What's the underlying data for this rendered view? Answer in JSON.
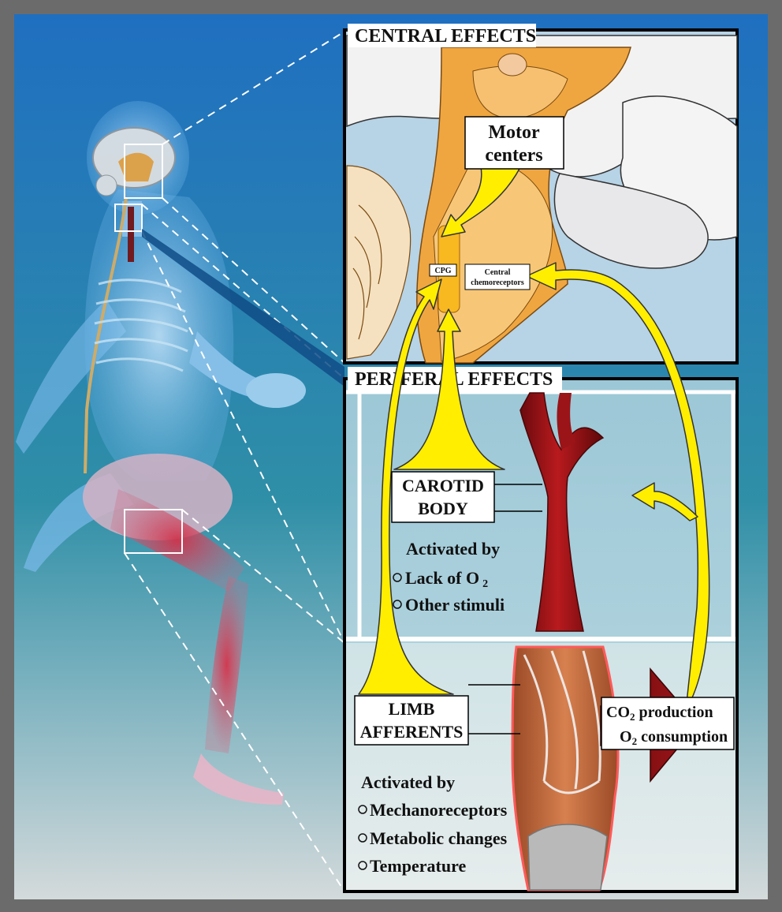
{
  "central": {
    "title": "CENTRAL EFFECTS",
    "motor_centers": [
      "Motor",
      "centers"
    ],
    "cpg": "CPG",
    "central_chemoreceptors": [
      "Central",
      "chemoreceptors"
    ]
  },
  "peripheral": {
    "title": "PERIFERAL EFFECTS",
    "carotid_body": [
      "CAROTID",
      "BODY"
    ],
    "carotid_activated_title": "Activated by",
    "carotid_stimuli": [
      "Lack of O",
      "Other stimuli"
    ],
    "limb_afferents": [
      "LIMB",
      "AFFERENTS"
    ],
    "limb_activated_title": "Activated by",
    "limb_stimuli": [
      "Mechanoreceptors",
      "Metabolic changes",
      "Temperature"
    ],
    "co2_label": [
      "CO",
      " production"
    ],
    "o2_label": [
      "O",
      " consumption"
    ],
    "subscript_2": "2"
  },
  "colors": {
    "arrow_yellow": "#ffee00",
    "artery_red": "#8c0f12",
    "muscle_orange": "#c96a3e",
    "brainstem_orange": "#f0a640",
    "background_blue": "#2e7fbf"
  }
}
